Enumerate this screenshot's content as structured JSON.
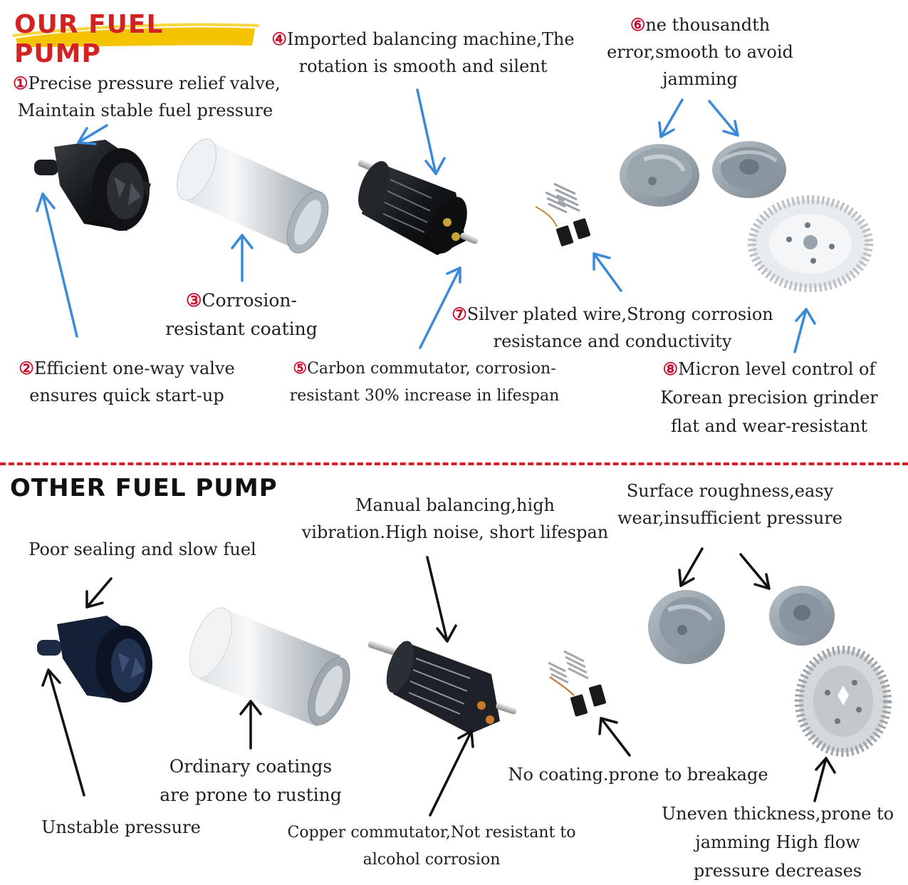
{
  "colors": {
    "accent_red": "#d42222",
    "highlight_yellow": "#f4c400",
    "arrow_blue": "#3a8ad8",
    "arrow_black": "#111111",
    "divider_red": "#d81f26"
  },
  "ours": {
    "heading": "OUR FUEL PUMP",
    "labels": {
      "l1": {
        "num": "①",
        "line1": "Precise pressure relief valve,",
        "line2": "Maintain stable fuel pressure"
      },
      "l2": {
        "num": "②",
        "line1": "Efficient one-way valve",
        "line2": "ensures  quick start-up"
      },
      "l3": {
        "num": "③",
        "line1": "Corrosion-",
        "line2": "resistant coating"
      },
      "l4": {
        "num": "④",
        "line1": "Imported balancing machine,The",
        "line2": "rotation is smooth and silent"
      },
      "l5": {
        "num": "⑤",
        "line1": "Carbon commutator, corrosion-",
        "line2": "resistant 30% increase in lifespan"
      },
      "l6": {
        "num": "⑥",
        "line1": "ne thousandth",
        "line2": "error,smooth to avoid",
        "line3": "jamming"
      },
      "l7": {
        "num": "⑦",
        "line1": "Silver plated wire,Strong corrosion",
        "line2": "resistance and conductivity"
      },
      "l8": {
        "num": "⑧",
        "line1": "Micron level control of",
        "line2": "Korean precision grinder",
        "line3": "flat and wear-resistant"
      }
    }
  },
  "other": {
    "heading": "OTHER FUEL PUMP",
    "labels": {
      "sealing": "Poor sealing and slow fuel",
      "unstable": "Unstable pressure",
      "coatings": {
        "line1": "Ordinary coatings",
        "line2": "are prone to rusting"
      },
      "balancing": {
        "line1": "Manual balancing,high",
        "line2": "vibration.High noise, short lifespan"
      },
      "copper": {
        "line1": "Copper commutator,Not resistant to",
        "line2": "alcohol corrosion"
      },
      "no_coating": "No coating.prone to breakage",
      "roughness": {
        "line1": "Surface roughness,easy",
        "line2": "wear,insufficient pressure"
      },
      "uneven": {
        "line1": "Uneven thickness,prone to",
        "line2": "jamming High flow",
        "line3": "pressure decreases"
      }
    }
  }
}
